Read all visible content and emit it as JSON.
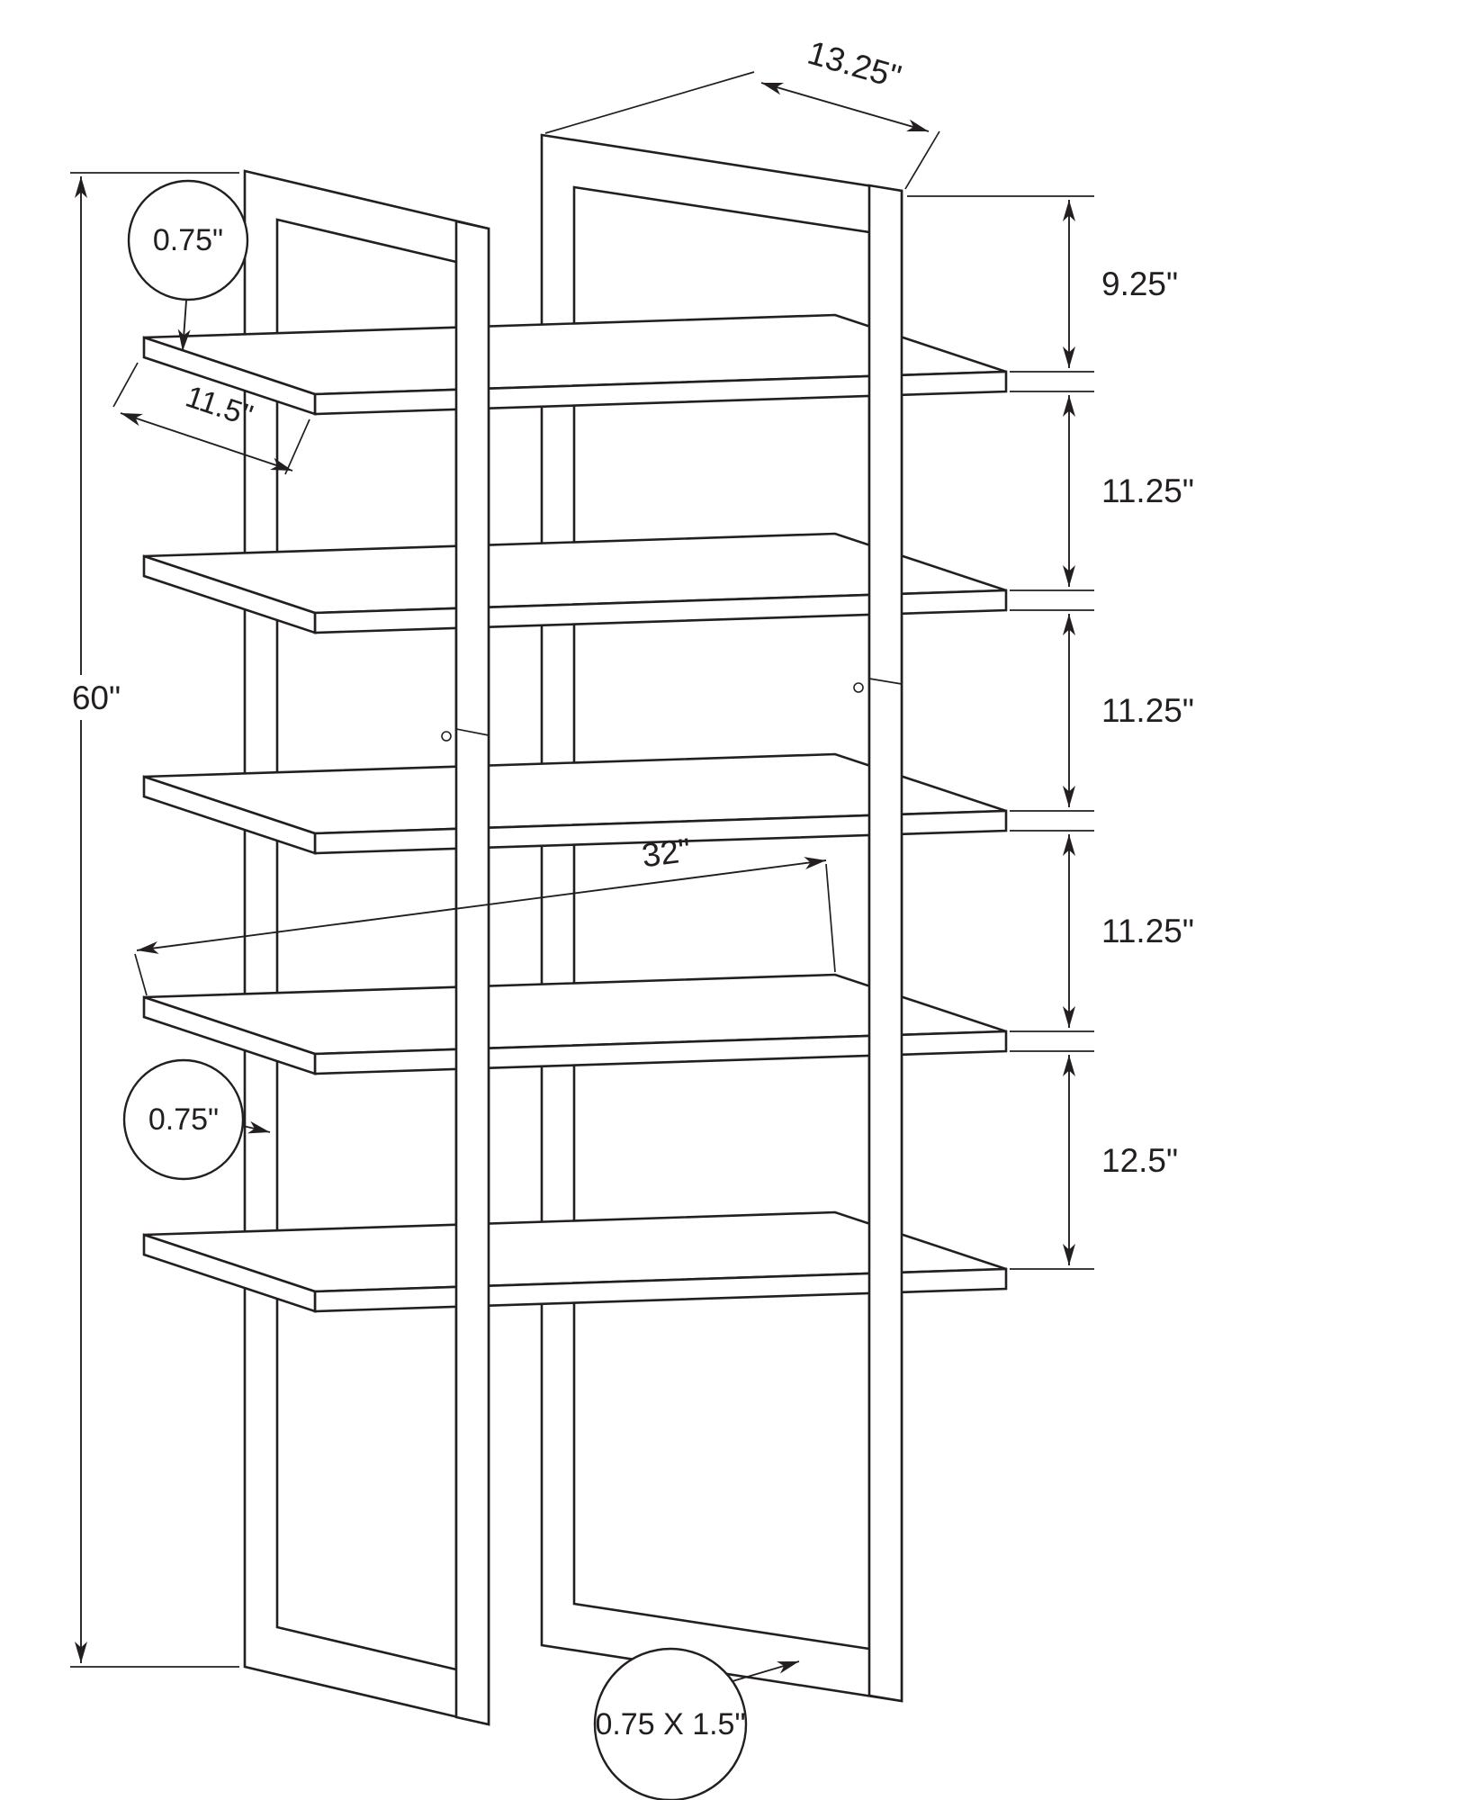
{
  "diagram": {
    "type": "product-dimension-drawing",
    "subject": "5-shelf etagere bookcase with metal frame",
    "colors": {
      "line": "#231f20",
      "background": "#ffffff"
    },
    "dimensions": {
      "depth_top": "13.25\"",
      "height": "60\"",
      "shelf_depth": "11.5\"",
      "shelf_thickness": "0.75\"",
      "shelf_width": "32\"",
      "post_width": "0.75\"",
      "frame_tube": "0.75 X 1.5\"",
      "right_stack": [
        {
          "label": "9.25\""
        },
        {
          "label": "11.25\""
        },
        {
          "label": "11.25\""
        },
        {
          "label": "11.25\""
        },
        {
          "label": "12.5\""
        }
      ]
    }
  }
}
